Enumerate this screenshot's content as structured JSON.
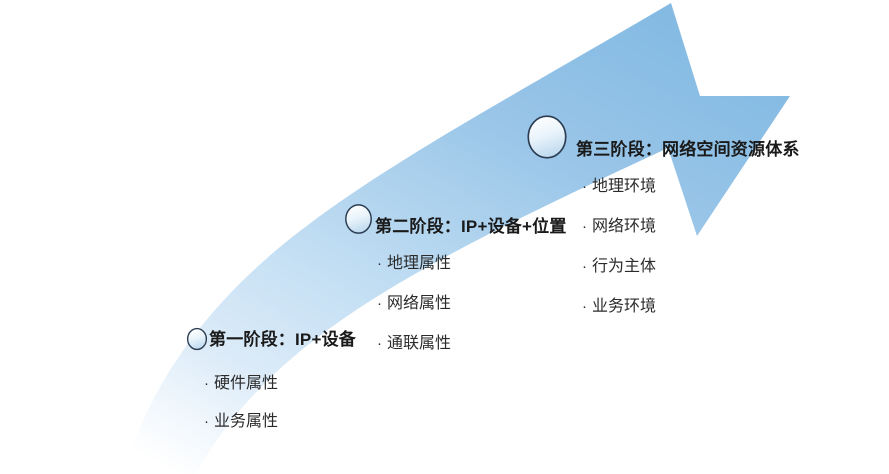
{
  "figure": {
    "type": "progression-arrow-diagram",
    "direction": "upward-right",
    "colors": {
      "arrow_solid": "#89BDE4",
      "arrow_mid": "#B6D7EF",
      "arrow_tail": "#DCEBF8",
      "arrow_tail_fade": "#FFFFFF",
      "marker_ring": "#2B3C52",
      "marker_fill_top": "#FFFFFF",
      "marker_fill_bottom": "#BBD8EE",
      "text": "#1A1A1A",
      "background": "#FFFFFF"
    }
  },
  "stages": [
    {
      "id": "stage-1",
      "marker_icon": "circle-marker-icon",
      "title": "第一阶段：IP+设备",
      "bullet_char": "·",
      "items": [
        "硬件属性",
        "业务属性"
      ]
    },
    {
      "id": "stage-2",
      "marker_icon": "circle-marker-icon",
      "title": "第二阶段：IP+设备+位置",
      "bullet_char": "·",
      "items": [
        "地理属性",
        "网络属性",
        "通联属性"
      ]
    },
    {
      "id": "stage-3",
      "marker_icon": "circle-marker-icon",
      "title": "第三阶段：网络空间资源体系",
      "bullet_char": "·",
      "items": [
        "地理环境",
        "网络环境",
        "行为主体",
        "业务环境"
      ]
    }
  ]
}
